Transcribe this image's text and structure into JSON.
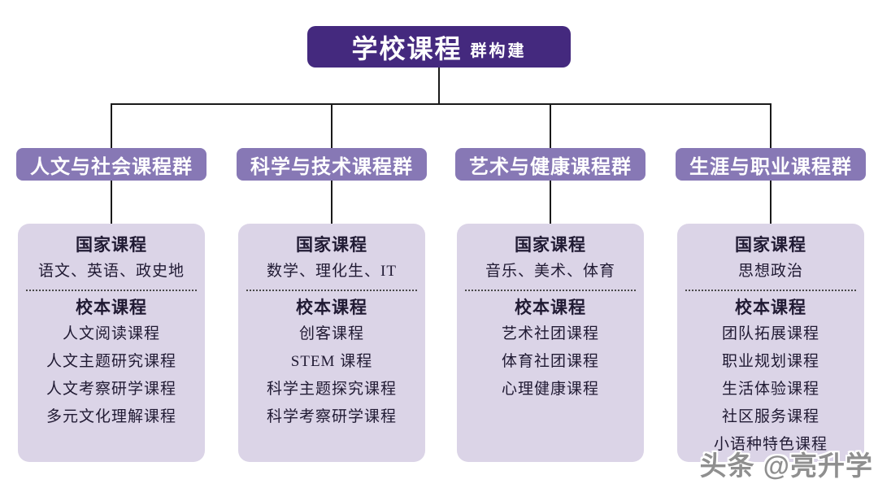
{
  "root": {
    "title": "学校课程",
    "subtitle": "群构建"
  },
  "branches": [
    {
      "header": "人文与社会课程群",
      "national_label": "国家课程",
      "national_courses": "语文、英语、政史地",
      "school_label": "校本课程",
      "school_courses": [
        "人文阅读课程",
        "人文主题研究课程",
        "人文考察研学课程",
        "多元文化理解课程"
      ]
    },
    {
      "header": "科学与技术课程群",
      "national_label": "国家课程",
      "national_courses": "数学、理化生、IT",
      "school_label": "校本课程",
      "school_courses": [
        "创客课程",
        "STEM 课程",
        "科学主题探究课程",
        "科学考察研学课程"
      ]
    },
    {
      "header": "艺术与健康课程群",
      "national_label": "国家课程",
      "national_courses": "音乐、美术、体育",
      "school_label": "校本课程",
      "school_courses": [
        "艺术社团课程",
        "体育社团课程",
        "心理健康课程"
      ]
    },
    {
      "header": "生涯与职业课程群",
      "national_label": "国家课程",
      "national_courses": "思想政治",
      "school_label": "校本课程",
      "school_courses": [
        "团队拓展课程",
        "职业规划课程",
        "生活体验课程",
        "社区服务课程",
        "小语种特色课程"
      ]
    }
  ],
  "watermark": {
    "text": "头条 @亮升学"
  },
  "colors": {
    "root_box": "#44297E",
    "branch_box": "#8778B5",
    "panel_bg": "#DBD4E7",
    "connector": "#1A1A1A",
    "panel_text": "#201A33",
    "watermark_text": "#8F8F8F"
  }
}
